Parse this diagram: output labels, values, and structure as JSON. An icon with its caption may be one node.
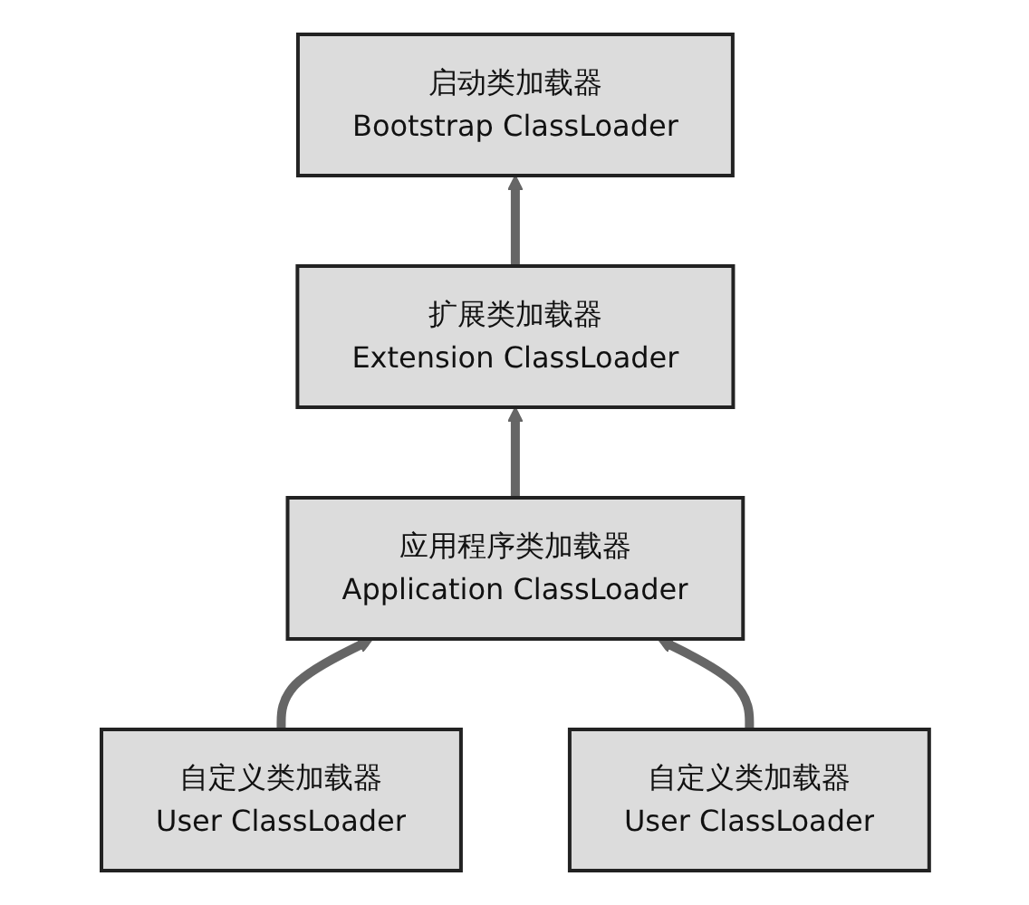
{
  "diagram": {
    "nodes": [
      {
        "text": [
          "启动类加载器",
          "Bootstrap ClassLoader"
        ]
      },
      {
        "text": [
          "扩展类加载器",
          "Extension ClassLoader"
        ]
      },
      {
        "text": [
          "应用程序类加载器",
          "Application ClassLoader"
        ]
      },
      {
        "text": [
          "自定义类加载器",
          "User ClassLoader"
        ]
      },
      {
        "text": [
          "自定义类加载器",
          "User ClassLoader"
        ]
      }
    ],
    "edges": [
      {
        "from": 1,
        "to": 0,
        "arrow": "to"
      },
      {
        "from": 2,
        "to": 1,
        "arrow": "to"
      },
      {
        "from": 3,
        "to": 2,
        "arrow": "to"
      },
      {
        "from": 4,
        "to": 2,
        "arrow": "to"
      }
    ]
  }
}
